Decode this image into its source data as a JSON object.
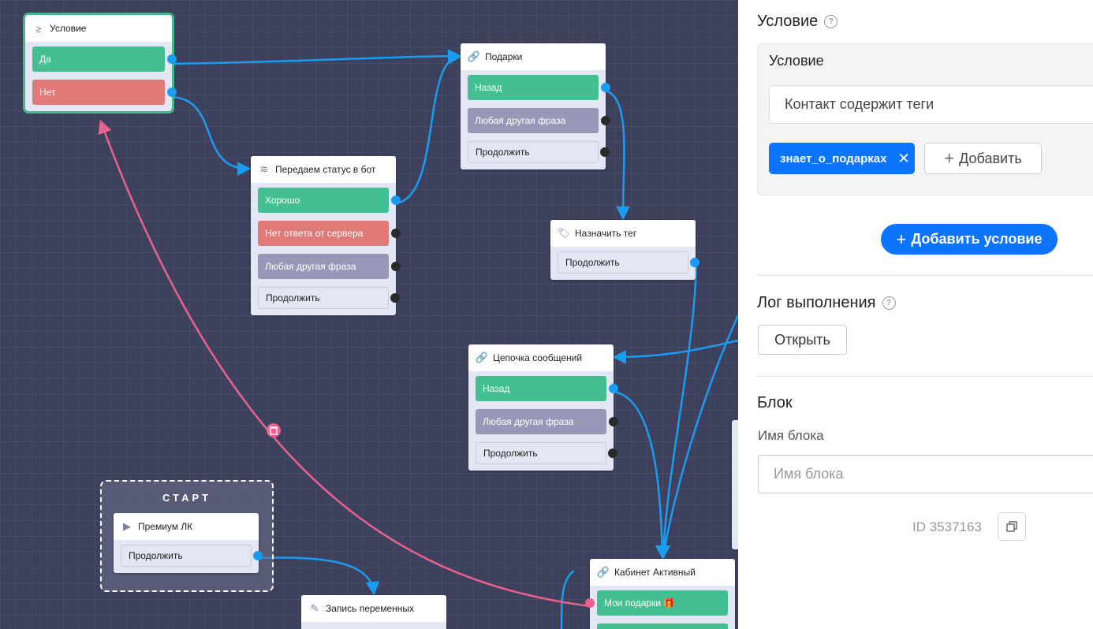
{
  "canvas": {
    "nodes": {
      "condition": {
        "title": "Условие",
        "yes": "Да",
        "no": "Нет"
      },
      "gifts": {
        "title": "Подарки",
        "back": "Назад",
        "any": "Любая другая фраза",
        "cont": "Продолжить"
      },
      "status": {
        "title": "Передаем статус в бот",
        "good": "Хорошо",
        "noresp": "Нет ответа от сервера",
        "any": "Любая другая фраза",
        "cont": "Продолжить"
      },
      "assign_tag": {
        "title": "Назначить тег",
        "cont": "Продолжить"
      },
      "chain": {
        "title": "Цепочка сообщений",
        "back": "Назад",
        "any": "Любая другая фраза",
        "cont": "Продолжить"
      },
      "start": {
        "label": "СТАРТ",
        "title": "Премиум ЛК",
        "cont": "Продолжить"
      },
      "write_vars": {
        "title": "Запись переменных"
      },
      "cabinet": {
        "title": "Кабинет Активный",
        "my_gifts": "Мои подарки 🎁"
      }
    }
  },
  "panel": {
    "condition_title": "Условие",
    "card_title": "Условие",
    "condition_select": "Контакт содержит теги",
    "tag_chip": "знает_о_подарках",
    "add_label": "Добавить",
    "add_condition_label": "Добавить условие",
    "log_title": "Лог выполнения",
    "open_label": "Открыть",
    "block_title": "Блок",
    "block_name_label": "Имя блока",
    "block_name_placeholder": "Имя блока",
    "id_text": "ID 3537163"
  }
}
